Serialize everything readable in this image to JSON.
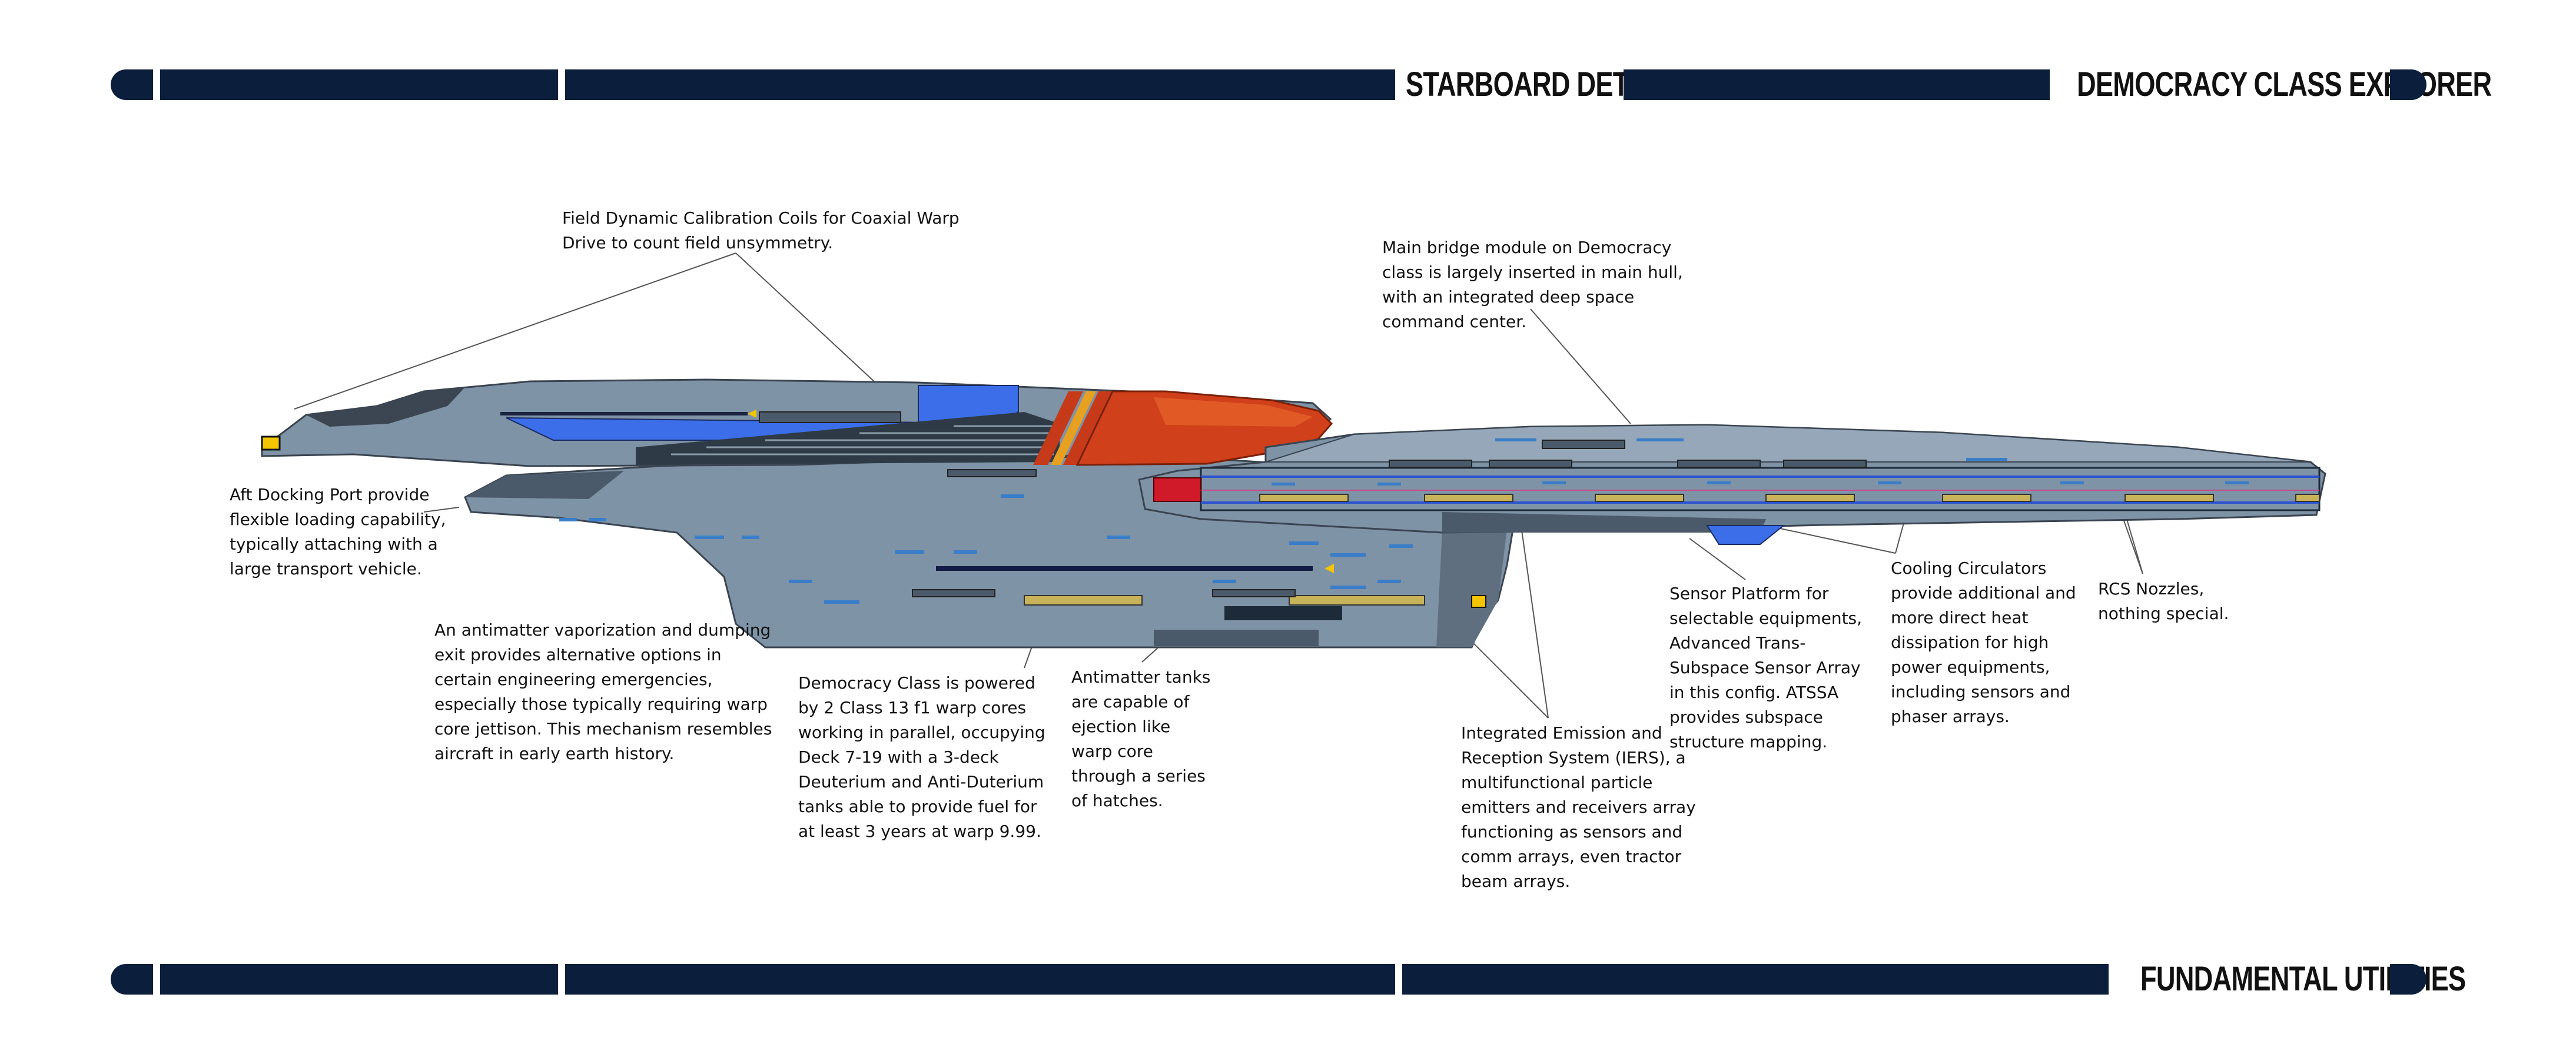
{
  "header": {
    "section_title": "STARBOARD DETAILS",
    "class_title": "DEMOCRACY CLASS EXPLORER"
  },
  "footer": {
    "section_title": "FUNDAMENTAL UTILITIES"
  },
  "colors": {
    "bar": "#0b1e3b",
    "hull": "#7f93a6",
    "hull_dark": "#4a5a6a",
    "blue_accent": "#3b6ee8",
    "nacelle_red": "#d0401a"
  },
  "callouts": {
    "calibration_coils": "Field Dynamic Calibration Coils for Coaxial Warp\nDrive to count field unsymmetry.",
    "main_bridge": "Main bridge module on Democracy\nclass is largely inserted in main hull,\nwith an integrated deep space\ncommand center.",
    "aft_docking": "Aft Docking Port provide\nflexible loading capability,\ntypically attaching with a\nlarge transport vehicle.",
    "antimatter_exit": "An antimatter vaporization and dumping\nexit provides alternative options in\ncertain engineering emergencies,\nespecially those typically requiring warp\ncore jettison. This mechanism resembles\naircraft in early earth history.",
    "warp_cores": "Democracy Class is powered\nby 2 Class 13 f1 warp cores\nworking in parallel, occupying\nDeck 7-19 with a 3-deck\nDeuterium and Anti-Duterium\ntanks able to provide fuel for\nat least 3 years at warp 9.99.",
    "antimatter_tanks": "Antimatter tanks\nare capable of\nejection like\nwarp core\nthrough a series\nof hatches.",
    "iers": "Integrated Emission and\nReception System (IERS), a\nmultifunctional particle\nemitters and receivers array\nfunctioning as sensors and\ncomm arrays, even tractor\nbeam arrays.",
    "sensor_platform": "Sensor Platform for\nselectable equipments,\nAdvanced Trans-\nSubspace Sensor Array\nin this config. ATSSA\nprovides subspace\nstructure mapping.",
    "cooling": "Cooling Circulators\nprovide additional and\nmore direct heat\ndissipation for high\npower equipments,\nincluding sensors and\nphaser arrays.",
    "rcs": "RCS Nozzles,\nnothing special."
  }
}
